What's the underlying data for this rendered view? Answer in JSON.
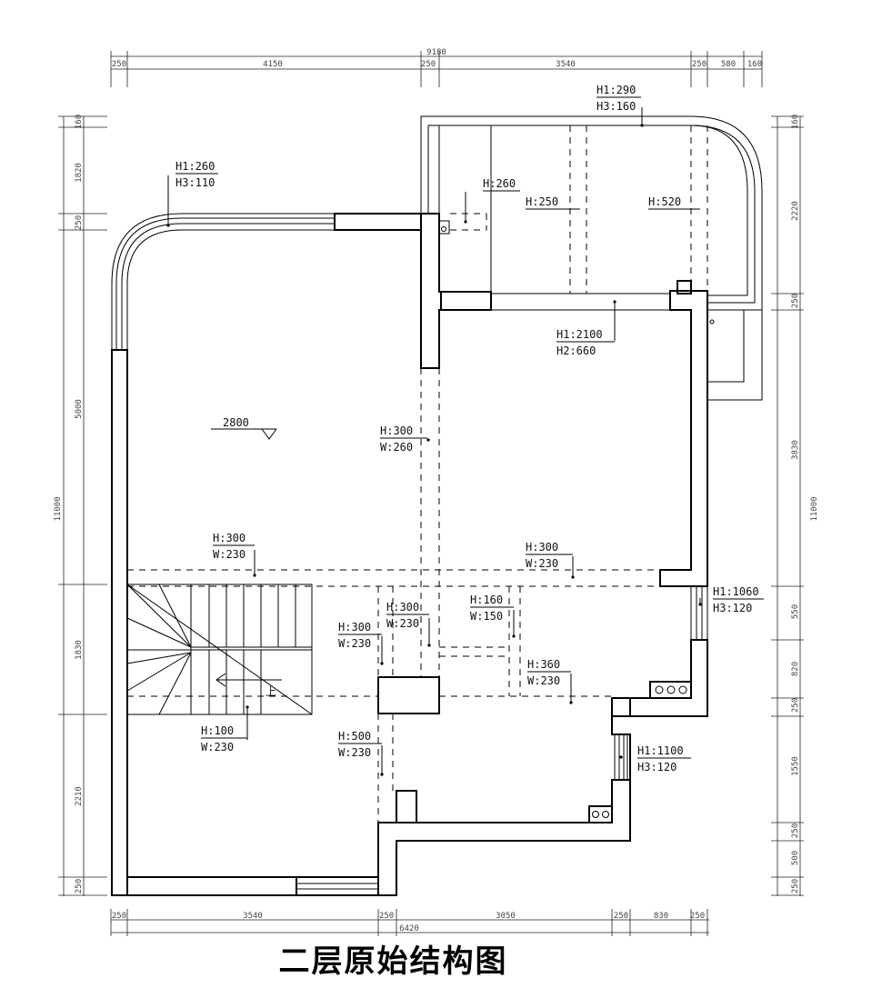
{
  "title": "二层原始结构图",
  "top_dims": {
    "total": "9180",
    "segments": [
      "250",
      "4150",
      "250",
      "3540",
      "250",
      "580",
      "160"
    ]
  },
  "bottom_dims": {
    "total": "6420",
    "segments": [
      "250",
      "3540",
      "250",
      "3050",
      "250",
      "830",
      "250"
    ]
  },
  "left_dims": {
    "total": "11000",
    "segments": [
      "160",
      "1820",
      "250",
      "5000",
      "1830",
      "2210",
      "250"
    ]
  },
  "right_dims": {
    "total": "11000",
    "segments": [
      "160",
      "2220",
      "250",
      "3830",
      "550",
      "820",
      "250",
      "1550",
      "250",
      "500",
      "250"
    ]
  },
  "level": "2800",
  "stair_label": "上",
  "labels": [
    {
      "id": "win-nw",
      "l1": "H1:260",
      "l2": "H3:110"
    },
    {
      "id": "win-ne",
      "l1": "H1:290",
      "l2": "H3:160"
    },
    {
      "id": "beam-h260",
      "l1": "H:260",
      "l2": ""
    },
    {
      "id": "beam-h250",
      "l1": "H:250",
      "l2": ""
    },
    {
      "id": "beam-h520",
      "l1": "H:520",
      "l2": ""
    },
    {
      "id": "door-main",
      "l1": "H1:2100",
      "l2": "H2:660"
    },
    {
      "id": "beam-center",
      "l1": "H:300",
      "l2": "W:260"
    },
    {
      "id": "beam-left",
      "l1": "H:300",
      "l2": "W:230"
    },
    {
      "id": "beam-right",
      "l1": "H:300",
      "l2": "W:230"
    },
    {
      "id": "win-e1",
      "l1": "H1:1060",
      "l2": "H3:120"
    },
    {
      "id": "beam-mid1",
      "l1": "H:300",
      "l2": "W:230"
    },
    {
      "id": "beam-160",
      "l1": "H:160",
      "l2": "W:150"
    },
    {
      "id": "beam-mid2",
      "l1": "H:300",
      "l2": "W:230"
    },
    {
      "id": "beam-360",
      "l1": "H:360",
      "l2": "W:230"
    },
    {
      "id": "beam-100",
      "l1": "H:100",
      "l2": "W:230"
    },
    {
      "id": "beam-500",
      "l1": "H:500",
      "l2": "W:230"
    },
    {
      "id": "win-e2",
      "l1": "H1:1100",
      "l2": "H3:120"
    }
  ]
}
